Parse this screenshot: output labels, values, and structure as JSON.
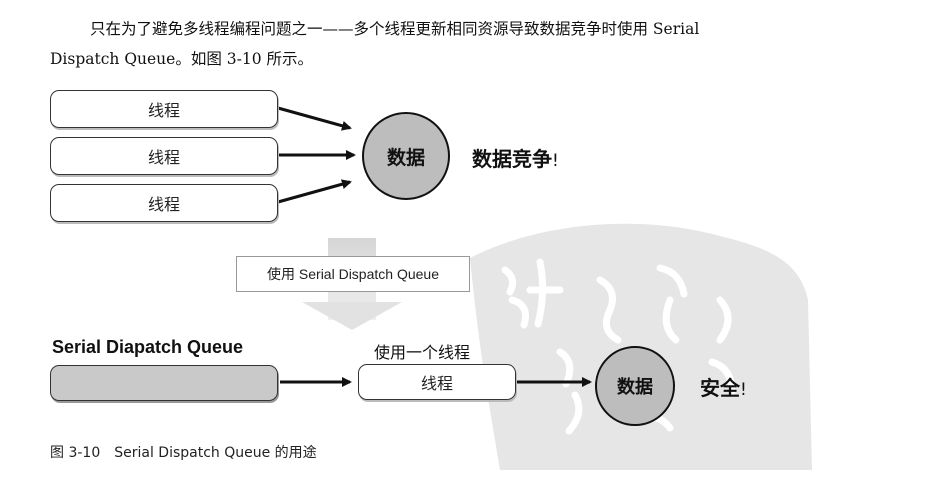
{
  "paragraph": {
    "line1": "只在为了避免多线程编程问题之一——多个线程更新相同资源导致数据竞争时使用 Serial",
    "line2": "Dispatch Queue。如图 3-10 所示。"
  },
  "diagram": {
    "threads": [
      "线程",
      "线程",
      "线程"
    ],
    "data_circle_label": "数据",
    "race_label": "数据竞争",
    "middle_label": "使用 Serial Dispatch Queue",
    "queue_title": "Serial Diapatch Queue",
    "one_thread_label": "使用一个线程",
    "single_thread": "线程",
    "data_circle_label_2": "数据",
    "safe_label": "安全",
    "exclamation": "!"
  },
  "caption": {
    "text": "图 3-10　Serial Dispatch Queue 的用途"
  }
}
